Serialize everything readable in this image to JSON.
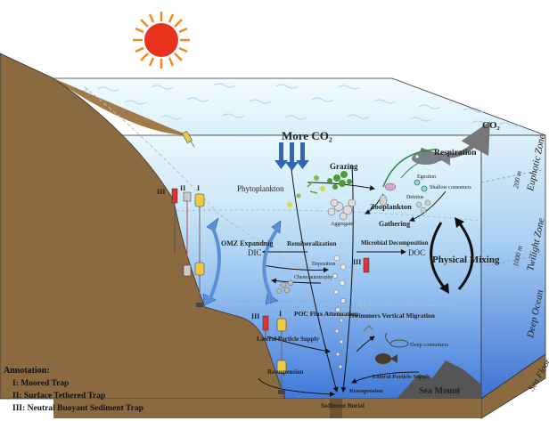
{
  "labels": {
    "more_co2": "More CO₂",
    "co2": "CO₂",
    "respiration": "Respiration",
    "grazing": "Grazing",
    "phytoplankton": "Phytoplankton",
    "zooplankton": "Zooplankton",
    "egestion": "Egestion",
    "shallow_consumers": "Shallow consumers",
    "detritus": "Detritus",
    "aggregate": "Aggregate",
    "gathering": "Gathering",
    "remineralization": "Remineralization",
    "microbial_decomposition": "Microbial Decomposition",
    "dic": "DIC",
    "doc": "DOC",
    "deposition": "Deposition",
    "chemoautotrophy": "Chemoautotrophy",
    "omz_expanding": "OMZ Expandnig",
    "physical_mixing": "Physical Mixing",
    "poc_flux_attenuation": "POC Flux Attenuation",
    "swimmers_vertical_migration": "Swimmers Vertical Migration",
    "deep_consumers": "Deep consumers",
    "lateral_particle_supply": "Lateral Particle Supply",
    "lateral_particle_supply_2": "Lateral Particle Supply",
    "resuspension": "Resuspension",
    "resuspension_2": "Resuspension",
    "sea_mount": "Sea Mount",
    "sediment_burial": "Sediment Burial",
    "euphotic_zone": "Euphotic Zone",
    "twilight_zone": "Twilight Zone",
    "deep_ocean": "Deep Ocean",
    "sea_floor": "Sea Floor",
    "depth_200": "200 m",
    "depth_1000": "1000 m",
    "trap_I_a": "I",
    "trap_II_a": "II",
    "trap_III_a": "III",
    "trap_I_b": "I",
    "trap_III_b": "III",
    "trap_III_c": "III"
  },
  "annotation": {
    "title": "Annotation:",
    "items": [
      "I:  Moored Trap",
      "II:  Surface Tethered Trap",
      "III:  Neutral Buoyant Sediment Trap"
    ]
  },
  "colors": {
    "sun": "#e8321e",
    "sun_rays": "#f08a1c",
    "surface_water": "#d6eef9",
    "deep_water": "#4f86df",
    "seabed": "#8b6a3f",
    "co2_arrow": "#2f67b5",
    "mixing_arrow": "#111111"
  }
}
